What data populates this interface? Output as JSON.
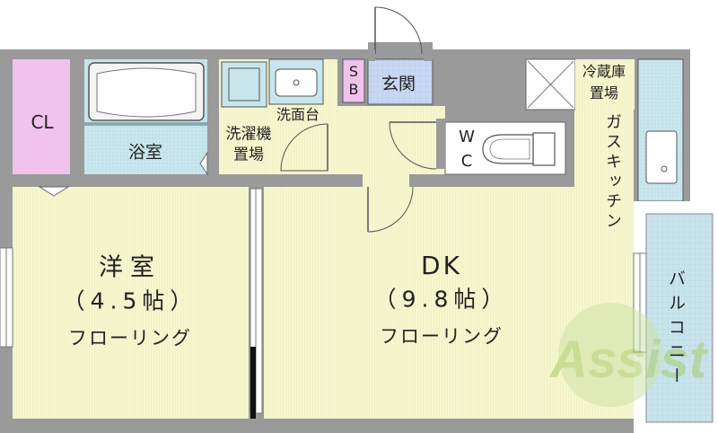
{
  "rooms": {
    "western_room": {
      "name": "洋室",
      "size": "（4.5帖）",
      "floor": "フローリング"
    },
    "dk": {
      "name": "DK",
      "size": "（9.8帖）",
      "floor": "フローリング"
    },
    "closet": "CL",
    "bath": "浴室",
    "washroom": "洗面台",
    "washer": [
      "洗濯機",
      "置場"
    ],
    "shoe_box": [
      "S",
      "B"
    ],
    "entrance": "玄関",
    "toilet": [
      "W",
      "C"
    ],
    "fridge": [
      "冷蔵庫",
      "置場"
    ],
    "gas_kitchen": "ガスキッチン",
    "balcony": "バルコニー"
  },
  "watermark": "Assist",
  "colors": {
    "wall": "#9a9a9a",
    "room_floor": "#f6f6cf",
    "closet": "#f2c6ee",
    "bath": "#c8e8ee",
    "entrance": "#c9d8f2",
    "balcony": "#c9e4ec",
    "shoe_box": "#f2c6ee"
  }
}
